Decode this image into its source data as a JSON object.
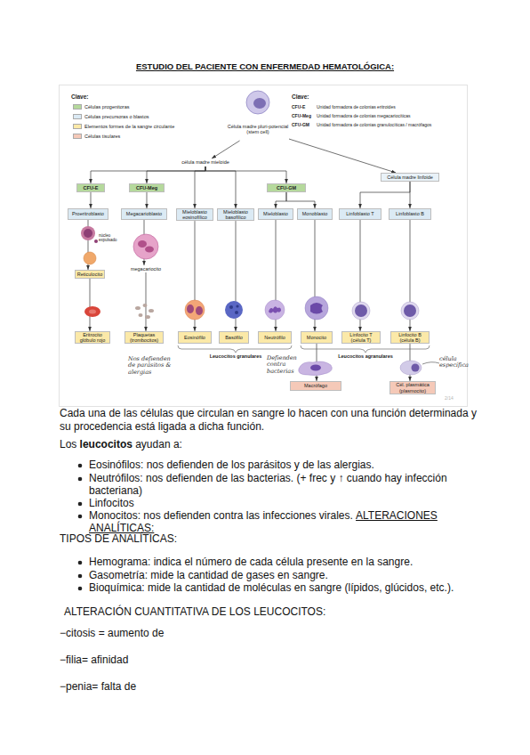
{
  "diagram": {
    "title": "ESTUDIO DEL PACIENTE CON ENFERMEDAD HEMATOLÓGICA:",
    "nodes": [
      {
        "text": [
          "Célula madre pluri-potencial (stem cell)"
        ]
      },
      {
        "text": [
          "célula madre mieloide"
        ]
      },
      {
        "text": [
          "Célula madre linfoide"
        ]
      },
      {
        "text": [
          "CFU-E"
        ]
      },
      {
        "text": [
          "CFU-Meg"
        ]
      },
      {
        "text": [
          "CFU-GM"
        ]
      },
      {
        "text": [
          "Proeritroblasto"
        ]
      },
      {
        "text": [
          "Megacarioblasto"
        ]
      },
      {
        "text": [
          "Mieloblasto eosinofílico"
        ]
      },
      {
        "text": [
          "Mieloblasto basofílico"
        ]
      },
      {
        "text": [
          "Mieloblasto"
        ]
      },
      {
        "text": [
          "Monoblasto"
        ]
      },
      {
        "text": [
          "Linfoblasto T"
        ]
      },
      {
        "text": [
          "Linfoblasto B"
        ]
      },
      {
        "text": [
          "Reticulocito"
        ]
      },
      {
        "text": [
          "megacariocito"
        ]
      },
      {
        "text": [
          "Eritrocito glóbulo rojo"
        ]
      },
      {
        "text": [
          "Plaquetas (trombocitos)"
        ]
      },
      {
        "text": [
          "Eosinófilo"
        ]
      },
      {
        "text": [
          "Basófilo"
        ]
      },
      {
        "text": [
          "Neutrófilo"
        ]
      },
      {
        "text": [
          "Monocito"
        ]
      },
      {
        "text": [
          "Linfocito T (célula T)"
        ]
      },
      {
        "text": [
          "Linfocito B (célula B)"
        ]
      },
      {
        "text": [
          "Macrófago"
        ]
      },
      {
        "text": [
          "Cél. plasmática (plasmocito)"
        ]
      }
    ],
    "edges": [
      {
        "from": 0,
        "to": 1,
        "arrow": "to"
      },
      {
        "from": 0,
        "to": 2,
        "arrow": "to"
      },
      {
        "from": 1,
        "to": 3,
        "arrow": "to"
      },
      {
        "from": 1,
        "to": 4,
        "arrow": "to"
      },
      {
        "from": 1,
        "to": 8,
        "arrow": "to"
      },
      {
        "from": 1,
        "to": 9,
        "arrow": "to"
      },
      {
        "from": 1,
        "to": 5,
        "arrow": "to"
      },
      {
        "from": 5,
        "to": 10,
        "arrow": "to"
      },
      {
        "from": 5,
        "to": 11,
        "arrow": "to"
      },
      {
        "from": 2,
        "to": 12,
        "arrow": "to"
      },
      {
        "from": 2,
        "to": 13,
        "arrow": "to"
      },
      {
        "from": 3,
        "to": 6,
        "arrow": "to"
      },
      {
        "from": 4,
        "to": 7,
        "arrow": "to"
      },
      {
        "from": 6,
        "to": 14,
        "arrow": "to"
      },
      {
        "from": 7,
        "to": 15,
        "arrow": "to"
      },
      {
        "from": 14,
        "to": 16,
        "arrow": "to"
      },
      {
        "from": 15,
        "to": 17,
        "arrow": "to"
      },
      {
        "from": 8,
        "to": 18,
        "arrow": "to"
      },
      {
        "from": 9,
        "to": 19,
        "arrow": "to"
      },
      {
        "from": 10,
        "to": 20,
        "arrow": "to"
      },
      {
        "from": 11,
        "to": 21,
        "arrow": "to"
      },
      {
        "from": 12,
        "to": 22,
        "arrow": "to"
      },
      {
        "from": 13,
        "to": 23,
        "arrow": "to"
      },
      {
        "from": 21,
        "to": 24,
        "arrow": "to"
      },
      {
        "from": 23,
        "to": 25,
        "arrow": "to"
      }
    ],
    "labels": [
      "Clave:",
      "Clave:",
      "CFU-E",
      "Unidad formadora de colonias eritroides",
      "CFU-Meg",
      "Unidad formadora de colonias megacariocíticas",
      "CFU-GM",
      "Unidad formadora de colonias granulocíticas / macrófagos",
      "núcleo expulsado",
      "Leucocitos granulares",
      "Leucocitos agranulares",
      "Nos defienden de parásitos & alergias",
      "Defienden contra bacterias",
      "célula específica",
      "2/14",
      "Cada una de las células que circulan en sangre lo hacen con una función determinada y su procedencia está ligada a dicha función.",
      "Los",
      "leucocitos",
      "ayudan a:",
      "Eosinófilos: nos defienden de los parásitos y de las alergias.",
      "Neutrófilos: nos defienden de las bacterias. (+ frec y ↑ cuando hay infección bacteriana)",
      "Linfocitos",
      "Monocitos: nos defienden contra las infecciones virales.",
      "ALTERACIONES ANALÍTICAS:",
      "TIPOS DE ANALÍTICAS:",
      "Hemograma: indica el número de cada célula presente en la sangre.",
      "Gasometría: mide la cantidad de gases en sangre.",
      "Bioquímica: mide la cantidad de moléculas en sangre (lípidos, glúcidos, etc.).",
      "ALTERACIÓN CUANTITATIVA DE LOS LEUCOCITOS:",
      "−citosis = aumento de",
      "−filia= afinidad",
      "−penia= falta de"
    ],
    "legend": [
      {
        "text": "Células progenitoras",
        "color": "#b5d99c"
      },
      {
        "text": "Células precursoras o blastos",
        "color": "#dbeaf4"
      },
      {
        "text": "Elementos formes de la sangre circulante",
        "color": "#fbe9a8"
      },
      {
        "text": "Células tisulares",
        "color": "#f5c9b8"
      }
    ]
  }
}
